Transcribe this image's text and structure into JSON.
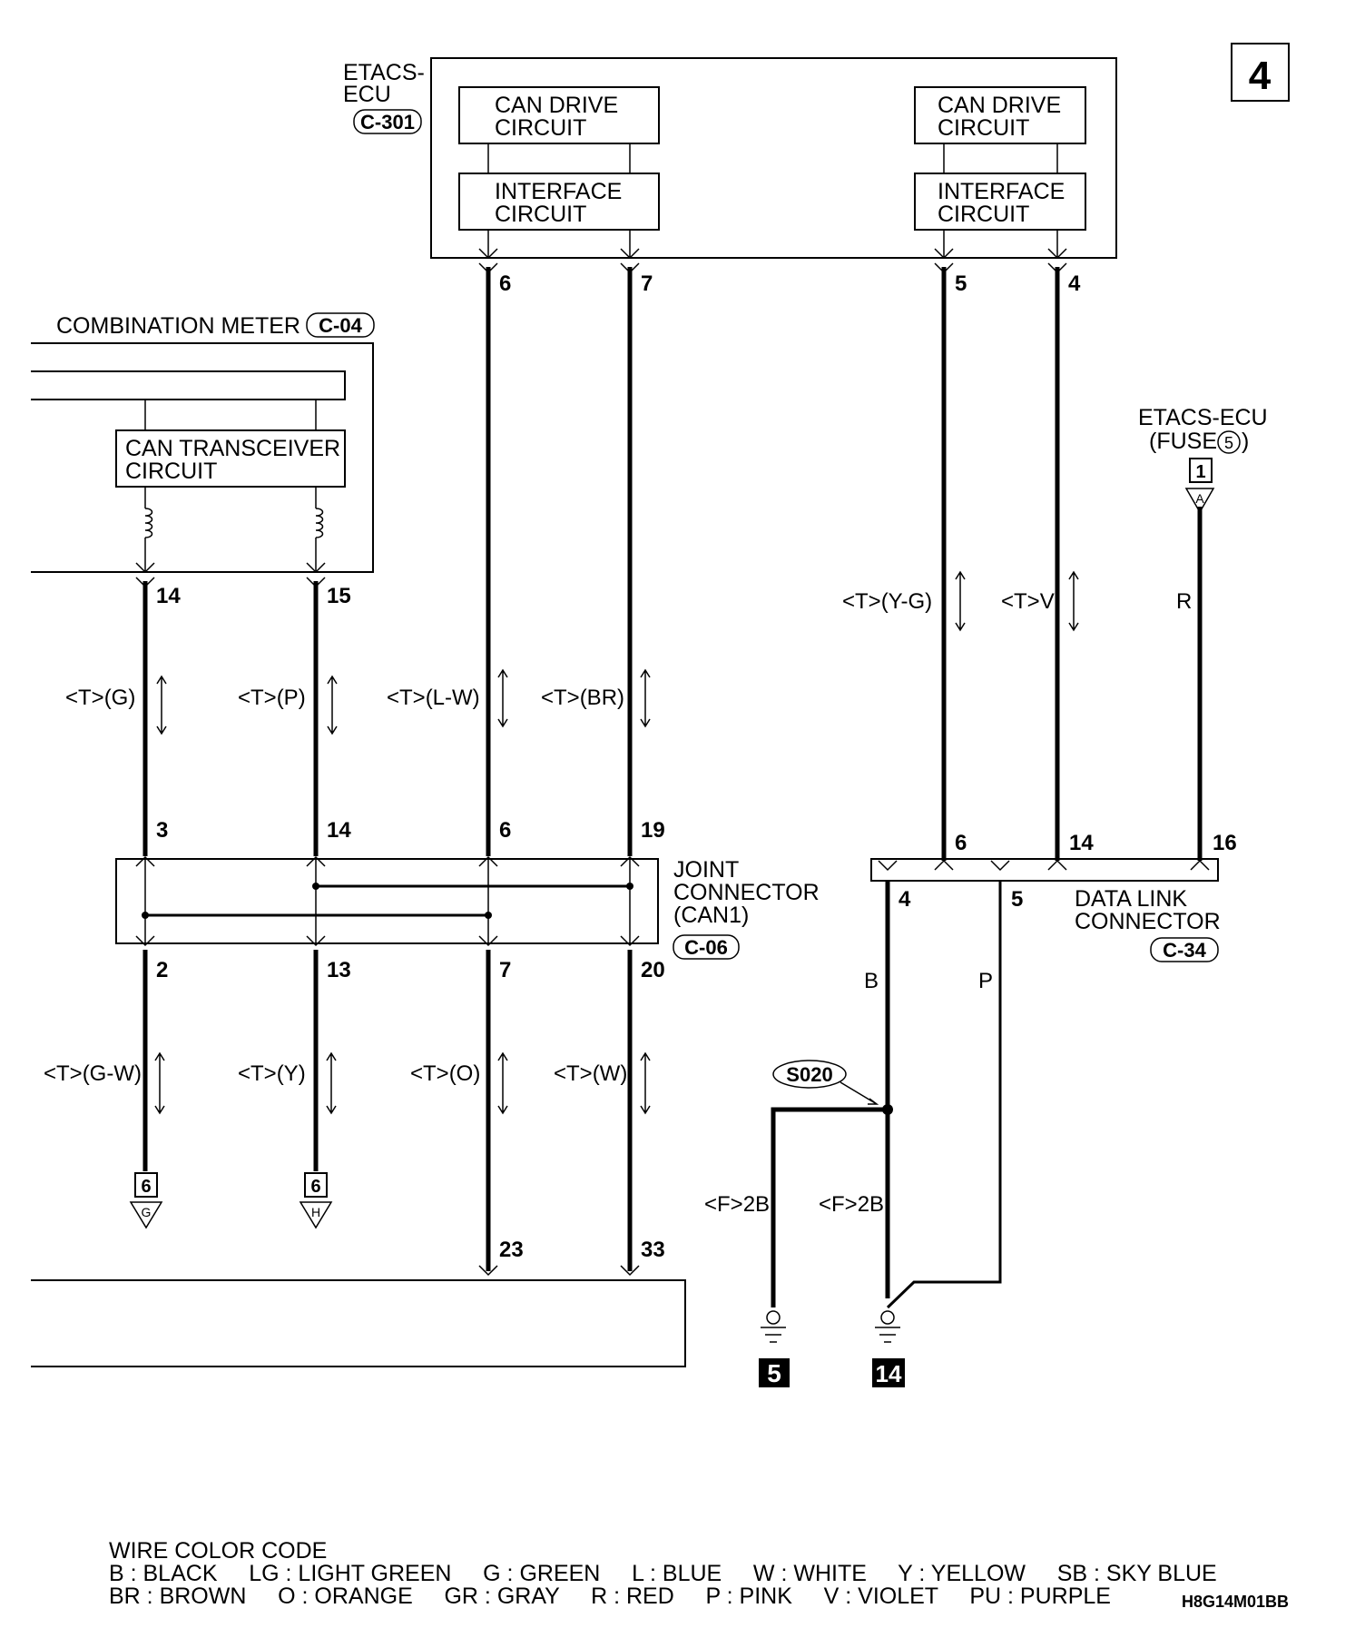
{
  "page_number": "4",
  "etacs_ecu": {
    "label_line1": "ETACS-",
    "label_line2": "ECU",
    "connector": "C-301",
    "left_drive": [
      "CAN DRIVE",
      "CIRCUIT"
    ],
    "left_interface": [
      "INTERFACE",
      "CIRCUIT"
    ],
    "right_drive": [
      "CAN DRIVE",
      "CIRCUIT"
    ],
    "right_interface": [
      "INTERFACE",
      "CIRCUIT"
    ],
    "pins": [
      "6",
      "7",
      "5",
      "4"
    ]
  },
  "combination_meter": {
    "label": "COMBINATION METER",
    "connector": "C-04",
    "transceiver": [
      "CAN TRANSCEIVER",
      "CIRCUIT"
    ],
    "pins": [
      "14",
      "15"
    ]
  },
  "wires_upper": [
    {
      "label": "<T>(G)"
    },
    {
      "label": "<T>(P)"
    },
    {
      "label": "<T>(L-W)"
    },
    {
      "label": "<T>(BR)"
    },
    {
      "label": "<T>(Y-G)"
    },
    {
      "label": "<T>V"
    },
    {
      "label": "R"
    }
  ],
  "fuse": {
    "label_line1": "ETACS-ECU",
    "label_line2": "(FUSE",
    "fuse_number": "5",
    "label_close": ")",
    "box": "1",
    "letter": "A"
  },
  "joint_connector": {
    "label": [
      "JOINT",
      "CONNECTOR",
      "(CAN1)"
    ],
    "connector": "C-06",
    "top_pins": [
      "3",
      "14",
      "6",
      "19"
    ],
    "bottom_pins": [
      "2",
      "13",
      "7",
      "20"
    ]
  },
  "data_link_connector": {
    "label": [
      "DATA LINK",
      "CONNECTOR"
    ],
    "connector": "C-34",
    "top_pins": [
      "6",
      "14",
      "16"
    ],
    "bottom_pins": [
      "4",
      "5"
    ]
  },
  "wires_lower": [
    {
      "label": "<T>(G-W)"
    },
    {
      "label": "<T>(Y)"
    },
    {
      "label": "<T>(O)"
    },
    {
      "label": "<T>(W)"
    },
    {
      "label": "B"
    },
    {
      "label": "P"
    },
    {
      "label": "<F>2B"
    },
    {
      "label": "<F>2B"
    }
  ],
  "splice": "S020",
  "continuation": [
    {
      "box": "6",
      "letter": "G"
    },
    {
      "box": "6",
      "letter": "H"
    }
  ],
  "bottom_pins": [
    "23",
    "33"
  ],
  "grounds": [
    "5",
    "14"
  ],
  "wire_color_code": {
    "title": "WIRE COLOR CODE",
    "line1": "B : BLACK     LG : LIGHT GREEN     G : GREEN     L : BLUE     W : WHITE     Y : YELLOW     SB : SKY BLUE",
    "line2": "BR : BROWN     O : ORANGE     GR : GRAY     R : RED     P : PINK     V : VIOLET     PU : PURPLE"
  },
  "figure_code": "H8G14M01BB"
}
